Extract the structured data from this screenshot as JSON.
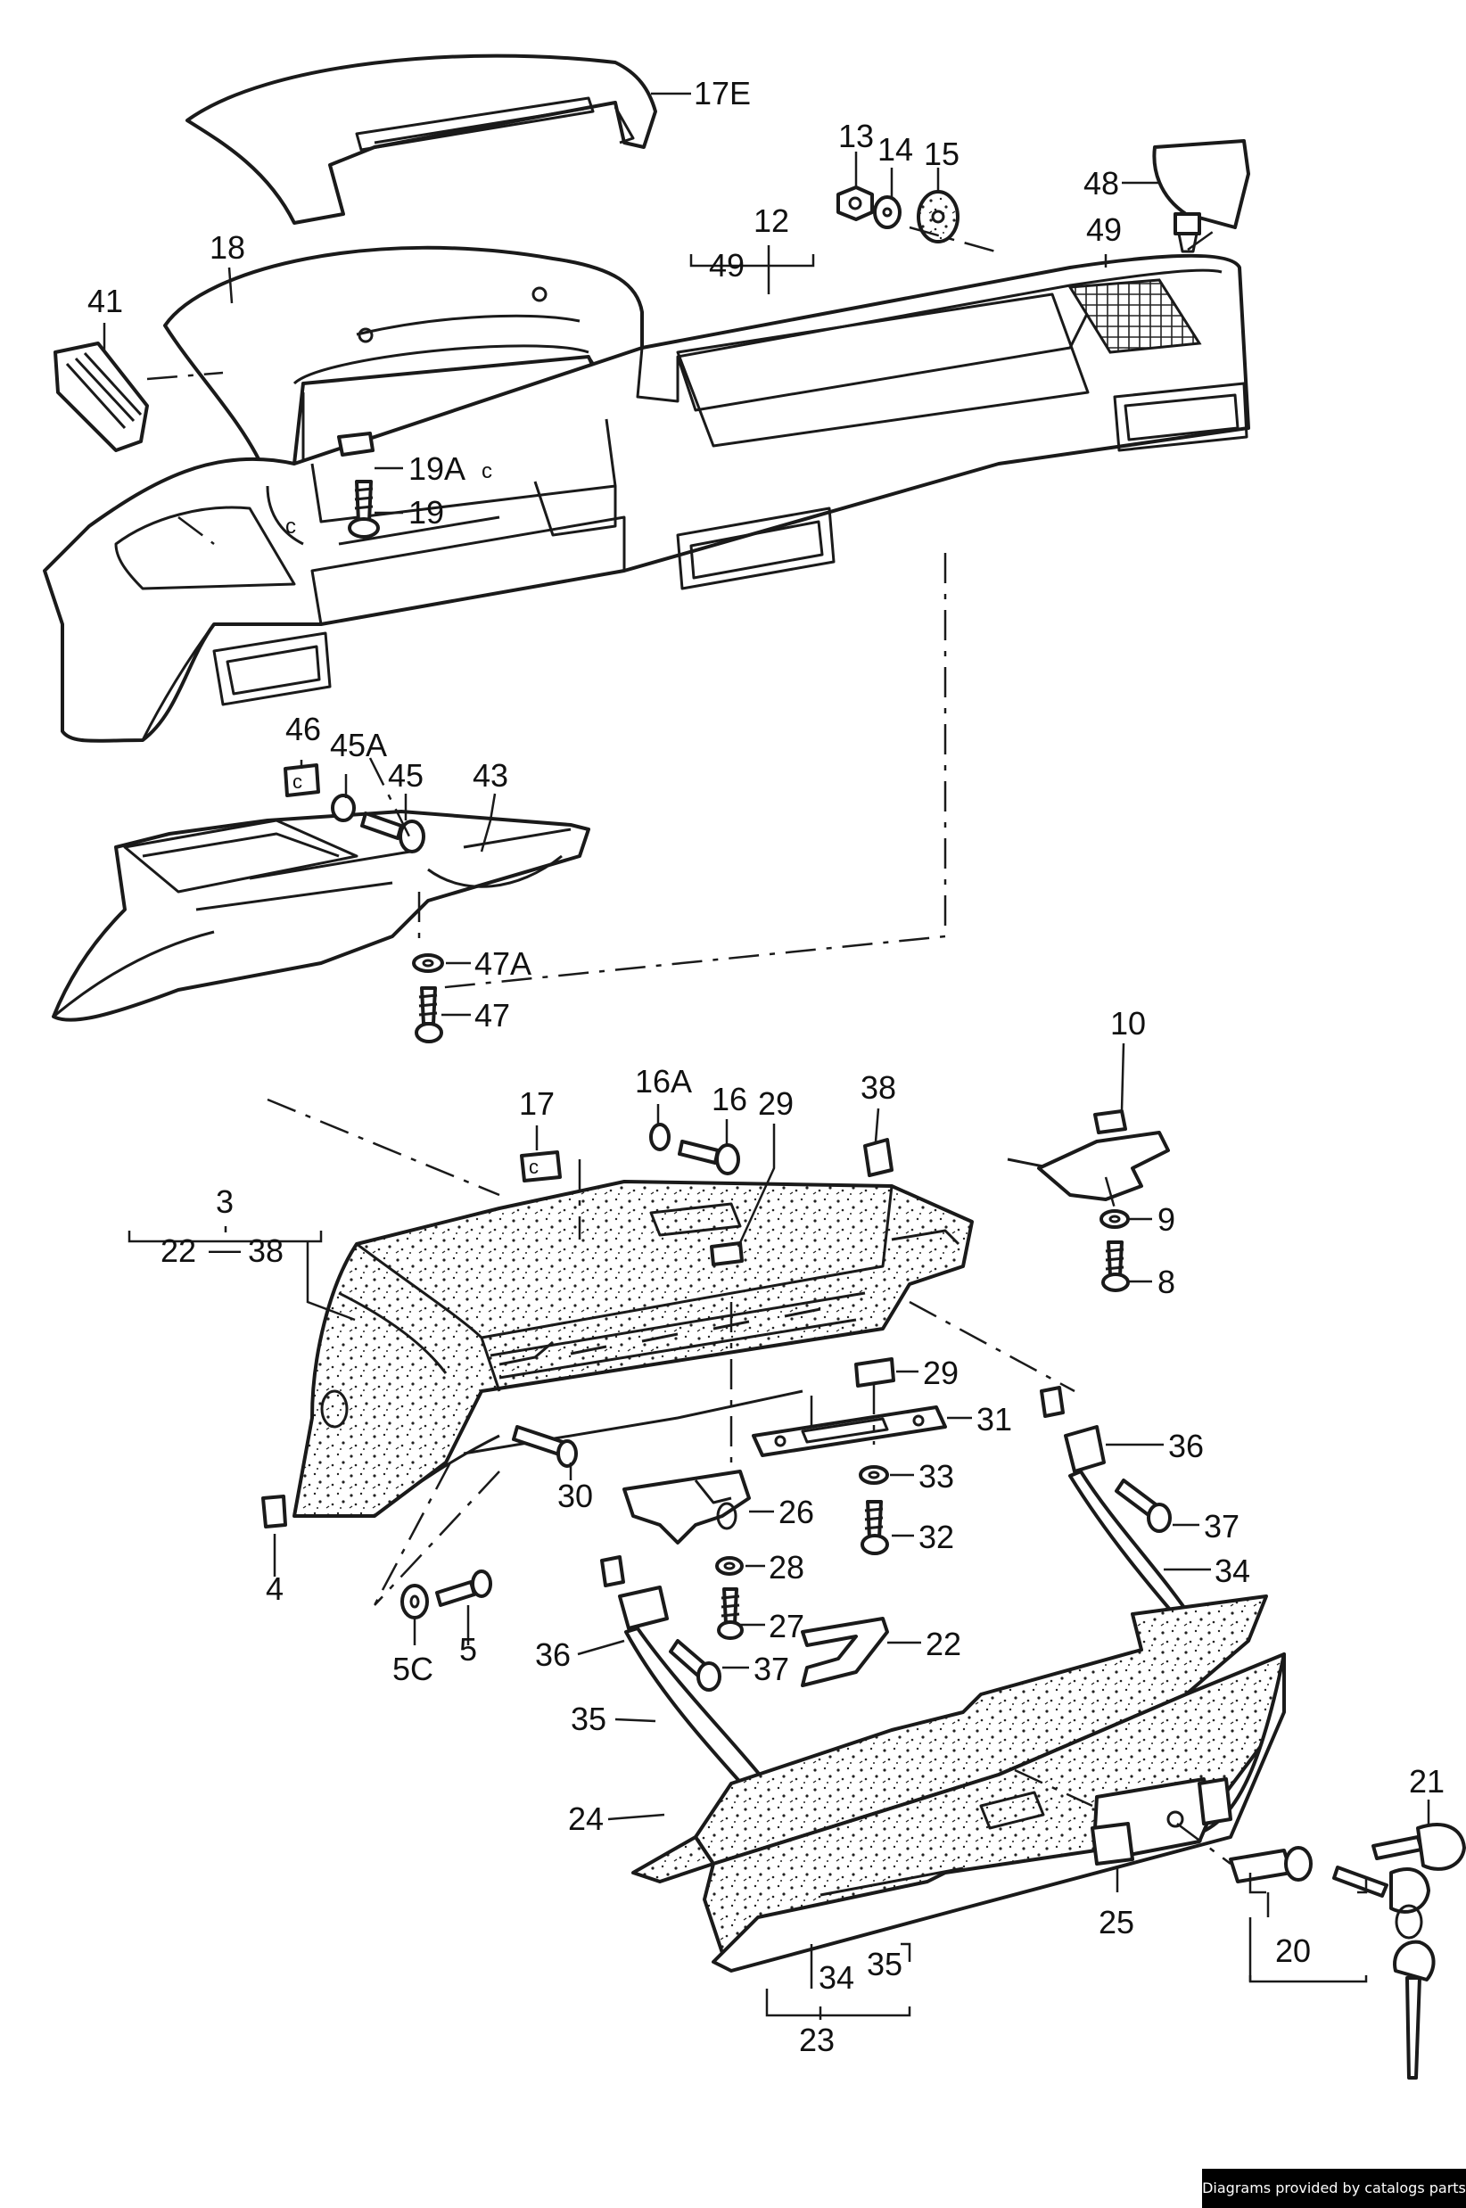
{
  "callouts": {
    "p17e": "17E",
    "p13": "13",
    "p14": "14",
    "p15": "15",
    "p48": "48",
    "p49a": "49",
    "p12": "12",
    "p49b": "49",
    "p18": "18",
    "p41": "41",
    "p19a": "19A",
    "p19": "19",
    "p46": "46",
    "p45a": "45A",
    "p45": "45",
    "p43": "43",
    "p47a": "47A",
    "p47": "47",
    "p10": "10",
    "p9": "9",
    "p8": "8",
    "p16a": "16A",
    "p16": "16",
    "p17": "17",
    "p29a": "29",
    "p38": "38",
    "p3": "3",
    "p22a": "22",
    "p38b": "38",
    "p29b": "29",
    "p31": "31",
    "p30": "30",
    "p33": "33",
    "p26": "26",
    "p32": "32",
    "p36a": "36",
    "p37a": "37",
    "p34a": "34",
    "p4": "4",
    "p28": "28",
    "p27": "27",
    "p5c": "5C",
    "p5": "5",
    "p36b": "36",
    "p37b": "37",
    "p22b": "22",
    "p35a": "35",
    "p24": "24",
    "p21": "21",
    "p25": "25",
    "p20": "20",
    "p34b": "34",
    "p35b": "35",
    "p23": "23"
  },
  "footer": {
    "credit": "Diagrams provided by catalogs parts"
  }
}
